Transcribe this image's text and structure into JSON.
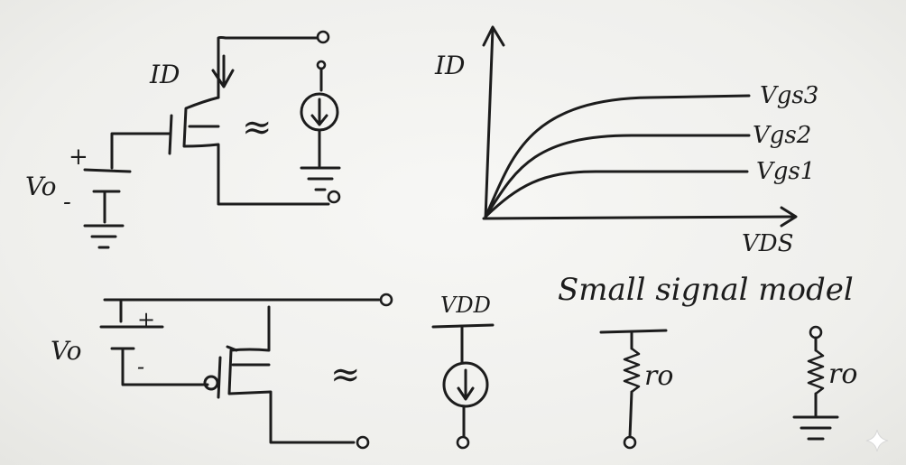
{
  "labels": {
    "id_circuit": "ID",
    "id_axis": "ID",
    "vo_top": "Vo",
    "plus_top": "+",
    "minus_top": "-",
    "approx_top": "≈",
    "vgs3": "Vgs3",
    "vgs2": "Vgs2",
    "vgs1": "Vgs1",
    "vds": "VDS",
    "vo_bottom": "Vo",
    "plus_bottom": "+",
    "minus_bottom": "-",
    "approx_bottom": "≈",
    "vdd": "VDD",
    "small_signal_title": "Small signal model",
    "ro_left": "ro",
    "ro_right": "ro"
  },
  "colors": {
    "ink": "#1c1c1c",
    "paper": "#f3f3f1"
  },
  "icons": {
    "watermark": "sparkle-icon"
  }
}
